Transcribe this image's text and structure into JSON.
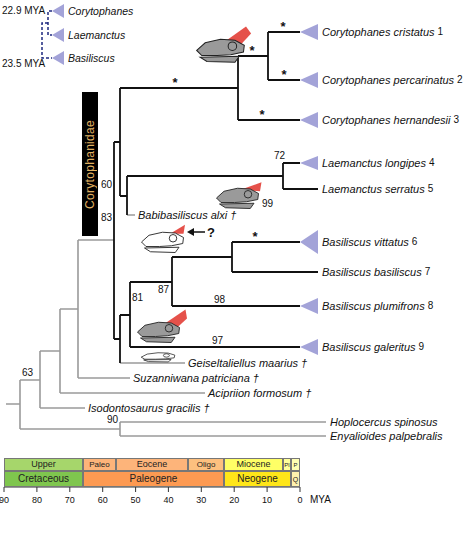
{
  "diagram": {
    "nodes": [
      {
        "text": [
          "Corytophanidae"
        ]
      },
      {
        "text": [
          "Upper"
        ]
      },
      {
        "text": [
          "Paleo"
        ]
      },
      {
        "text": [
          "Eocene"
        ]
      },
      {
        "text": [
          "Oligo"
        ]
      },
      {
        "text": [
          "Miocene"
        ]
      },
      {
        "text": [
          "Pl"
        ]
      },
      {
        "text": [
          "P"
        ]
      },
      {
        "text": [
          "Cretaceous"
        ]
      },
      {
        "text": [
          "Paleogene"
        ]
      },
      {
        "text": [
          "Neogene"
        ]
      },
      {
        "text": [
          "Q"
        ]
      }
    ],
    "labels": [
      "22.9 MYA",
      "Corytophanes",
      "Laemanctus",
      "23.5 MYA",
      "Basiliscus",
      "*",
      "Corytophanes cristatus",
      "1",
      "*",
      "*",
      "Corytophanes percarinatus",
      "2",
      "*",
      "*",
      "Corytophanes hernandesii",
      "3",
      "60",
      "72",
      "Laemanctus longipes",
      "4",
      "99",
      "Laemanctus serratus",
      "5",
      "83",
      "Babibasiliscus alxi †",
      "?",
      "*",
      "Basiliscus vittatus",
      "6",
      "Basiliscus basiliscus",
      "7",
      "87",
      "81",
      "98",
      "Basiliscus plumifrons",
      "8",
      "97",
      "Basiliscus galeritus",
      "9",
      "Geiseltaliellus maarius †",
      "Suzanniwana patriciana †",
      "Acipriion formosum †",
      "63",
      "Isodontosaurus gracilis †",
      "90",
      "Hoplocercus spinosus",
      "Enyalioides palpebralis",
      "90",
      "80",
      "70",
      "60",
      "50",
      "40",
      "30",
      "20",
      "10",
      "0",
      "MYA"
    ]
  }
}
